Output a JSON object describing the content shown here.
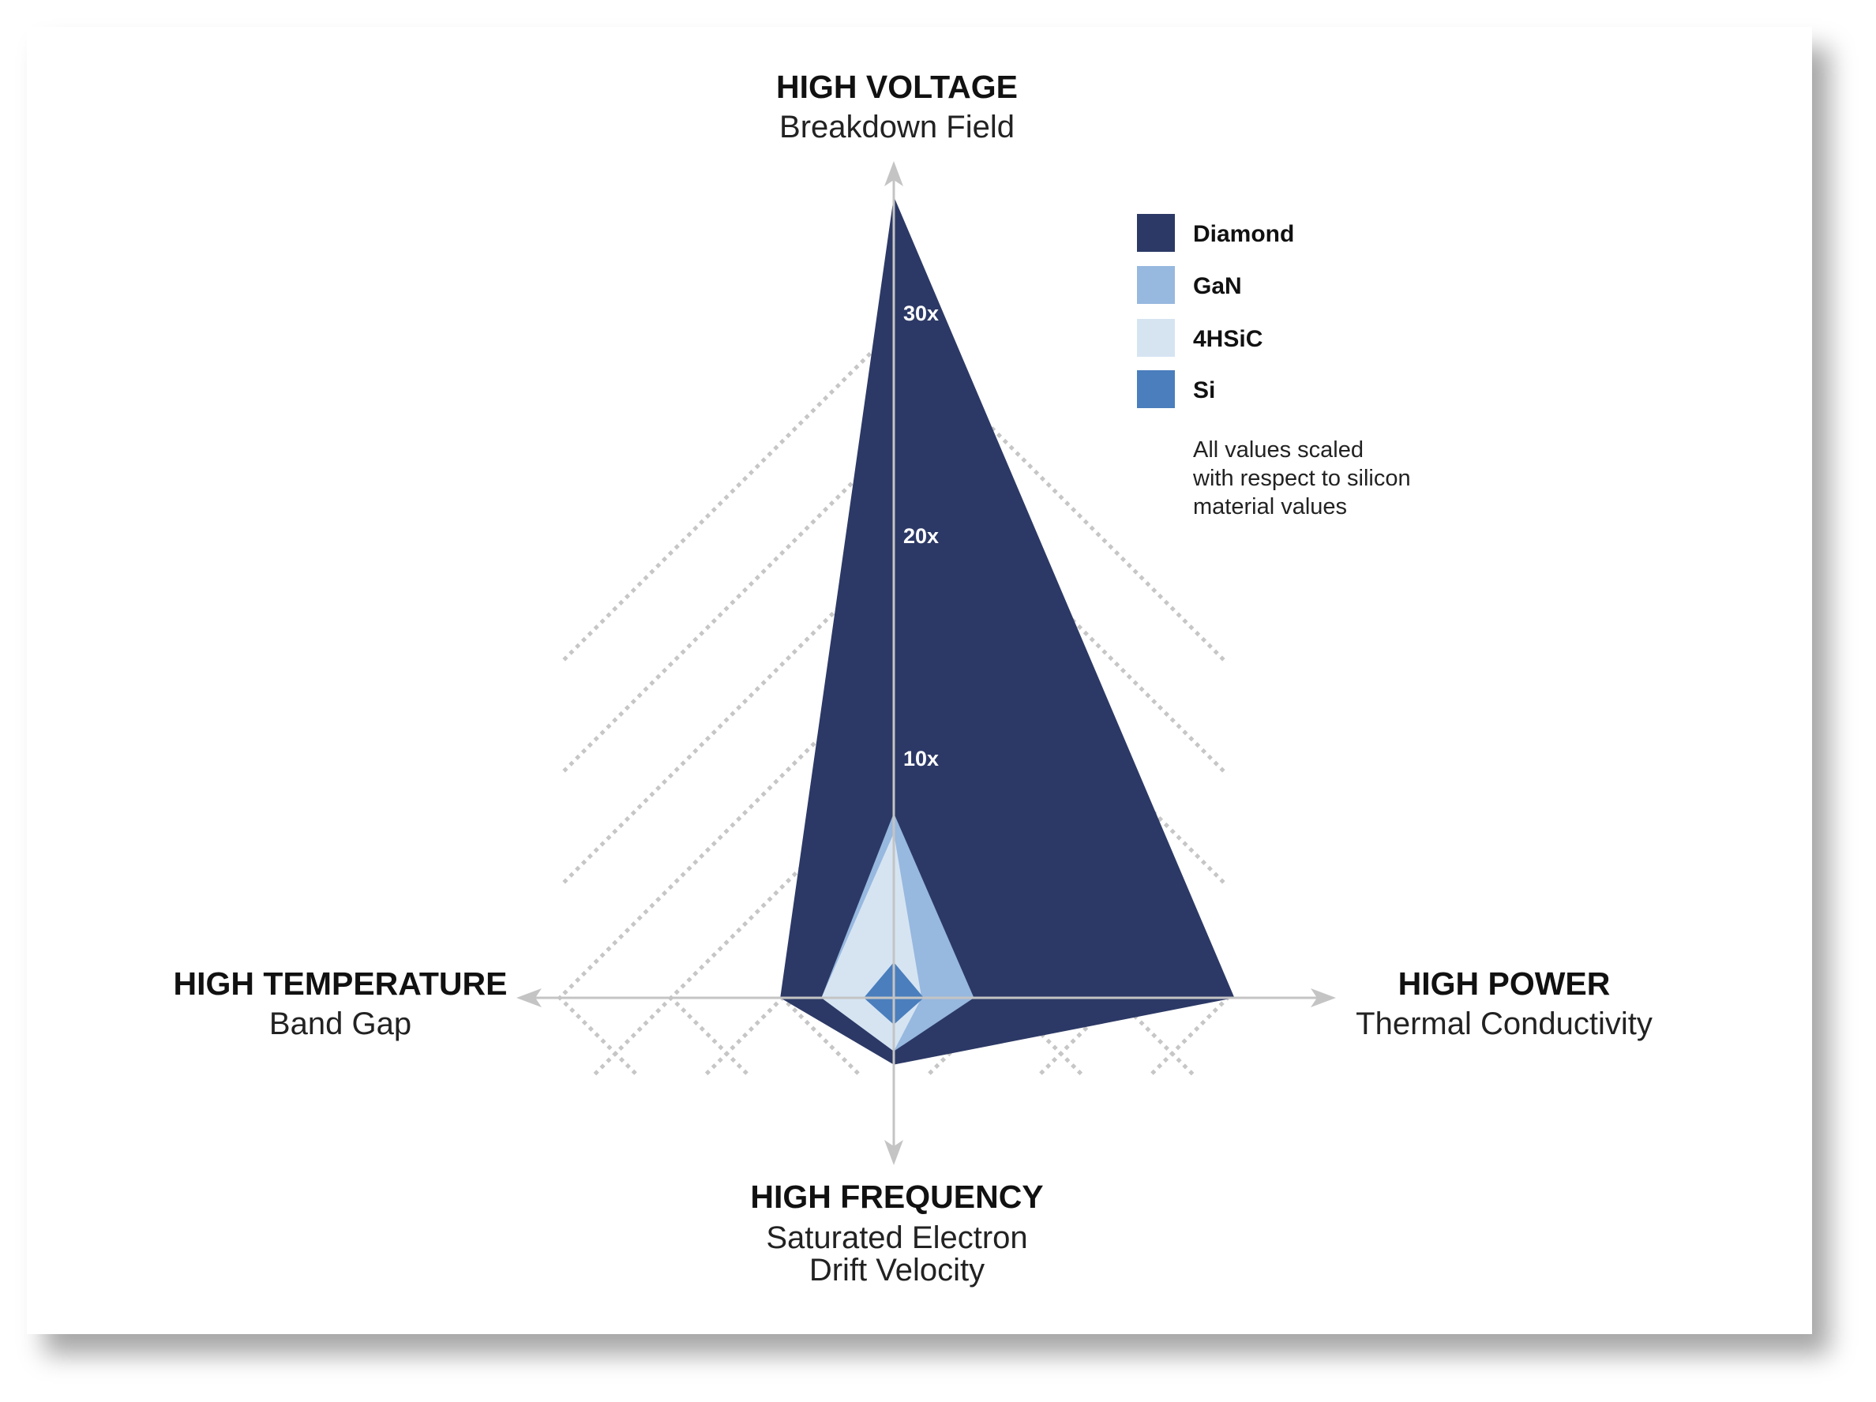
{
  "chart_data": {
    "type": "radar",
    "title": "",
    "axes": [
      {
        "title": "HIGH VOLTAGE",
        "subtitle": [
          "Breakdown Field"
        ]
      },
      {
        "title": "HIGH POWER",
        "subtitle": [
          "Thermal Conductivity"
        ]
      },
      {
        "title": "HIGH FREQUENCY",
        "subtitle": [
          "Saturated Electron",
          "Drift Velocity"
        ]
      },
      {
        "title": "HIGH TEMPERATURE",
        "subtitle": [
          "Band Gap"
        ]
      }
    ],
    "tick_labels": [
      "10x",
      "20x",
      "30x"
    ],
    "tick_values": [
      10,
      20,
      30
    ],
    "grid_levels": [
      5,
      10,
      15,
      20,
      25,
      30
    ],
    "grid": true,
    "legend_position": "top-right",
    "series": [
      {
        "name": "Diamond",
        "color": "#2c3966",
        "values": [
          36,
          15.3,
          3.0,
          5.1
        ]
      },
      {
        "name": "GaN",
        "color": "#97b8df",
        "values": [
          8.3,
          3.6,
          2.4,
          3.25
        ]
      },
      {
        "name": "4HSiC",
        "color": "#d6e4f2",
        "values": [
          7.4,
          1.25,
          2.4,
          3.25
        ]
      },
      {
        "name": "Si",
        "color": "#4a7ebd",
        "values": [
          1.6,
          1.35,
          1.2,
          1.35
        ]
      }
    ],
    "note": [
      "All values scaled",
      "with respect to silicon",
      "material values"
    ]
  }
}
